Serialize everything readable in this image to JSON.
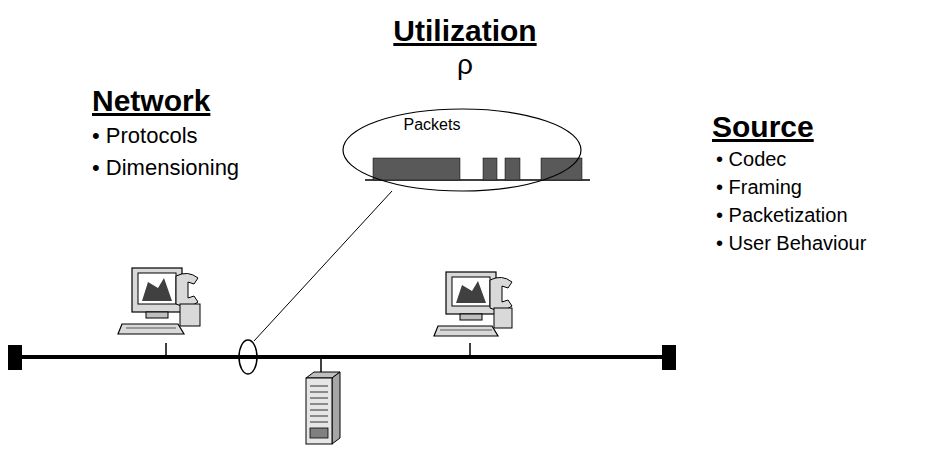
{
  "diagram": {
    "nodes": [
      {
        "text": [
          "Packets"
        ]
      }
    ],
    "labels": [
      "Utilization",
      "ρ",
      "Network",
      "• Protocols",
      "• Dimensioning",
      "Source",
      "• Codec",
      "• Framing",
      "• Packetization",
      "• User Behaviour"
    ]
  }
}
